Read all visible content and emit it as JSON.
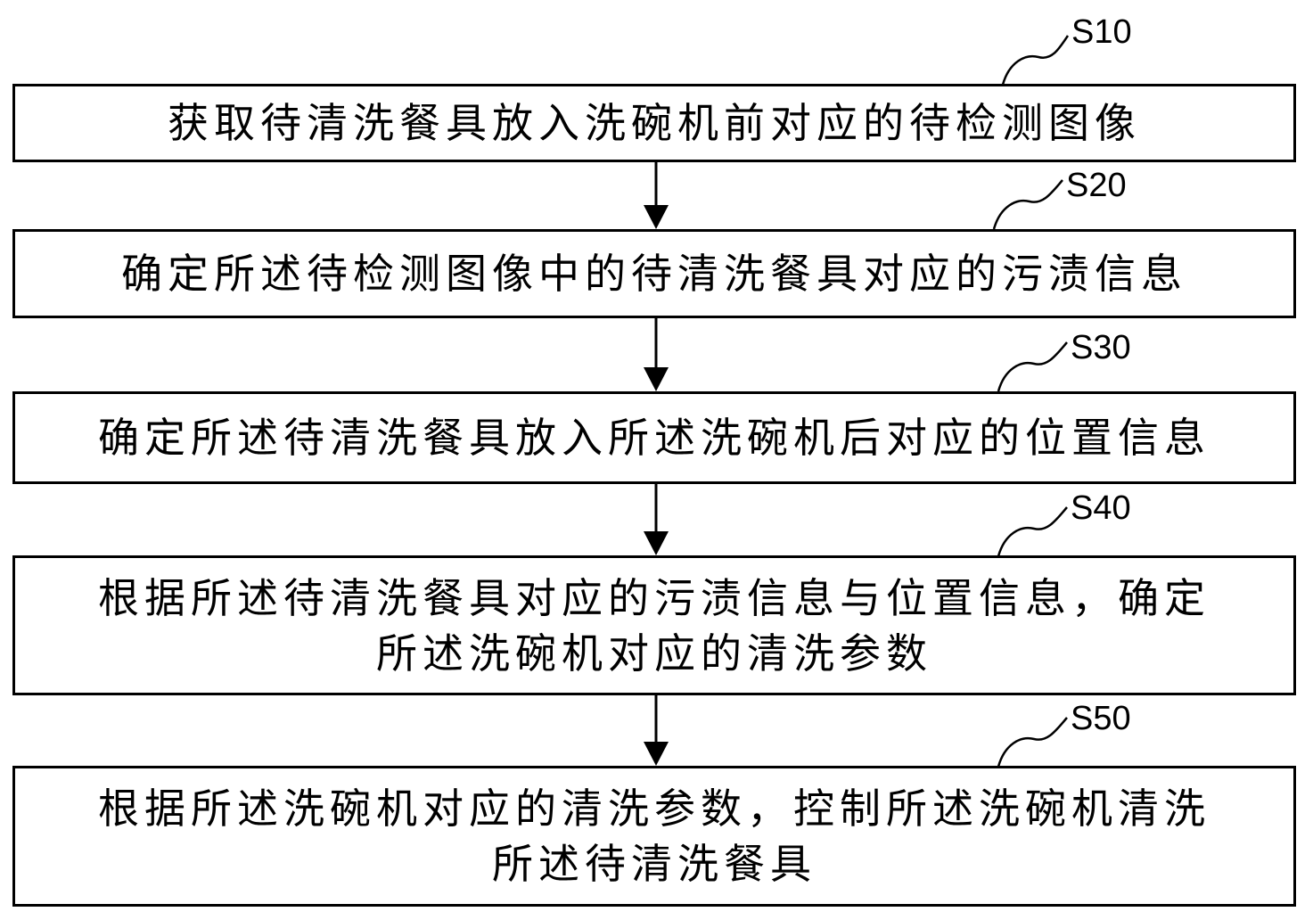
{
  "steps": [
    {
      "label": "S10",
      "lines": [
        "获取待清洗餐具放入洗碗机前对应的待检测图像"
      ]
    },
    {
      "label": "S20",
      "lines": [
        "确定所述待检测图像中的待清洗餐具对应的污渍信息"
      ]
    },
    {
      "label": "S30",
      "lines": [
        "确定所述待清洗餐具放入所述洗碗机后对应的位置信息"
      ]
    },
    {
      "label": "S40",
      "lines": [
        "根据所述待清洗餐具对应的污渍信息与位置信息，确定",
        "所述洗碗机对应的清洗参数"
      ]
    },
    {
      "label": "S50",
      "lines": [
        "根据所述洗碗机对应的清洗参数，控制所述洗碗机清洗",
        "所述待清洗餐具"
      ]
    }
  ]
}
